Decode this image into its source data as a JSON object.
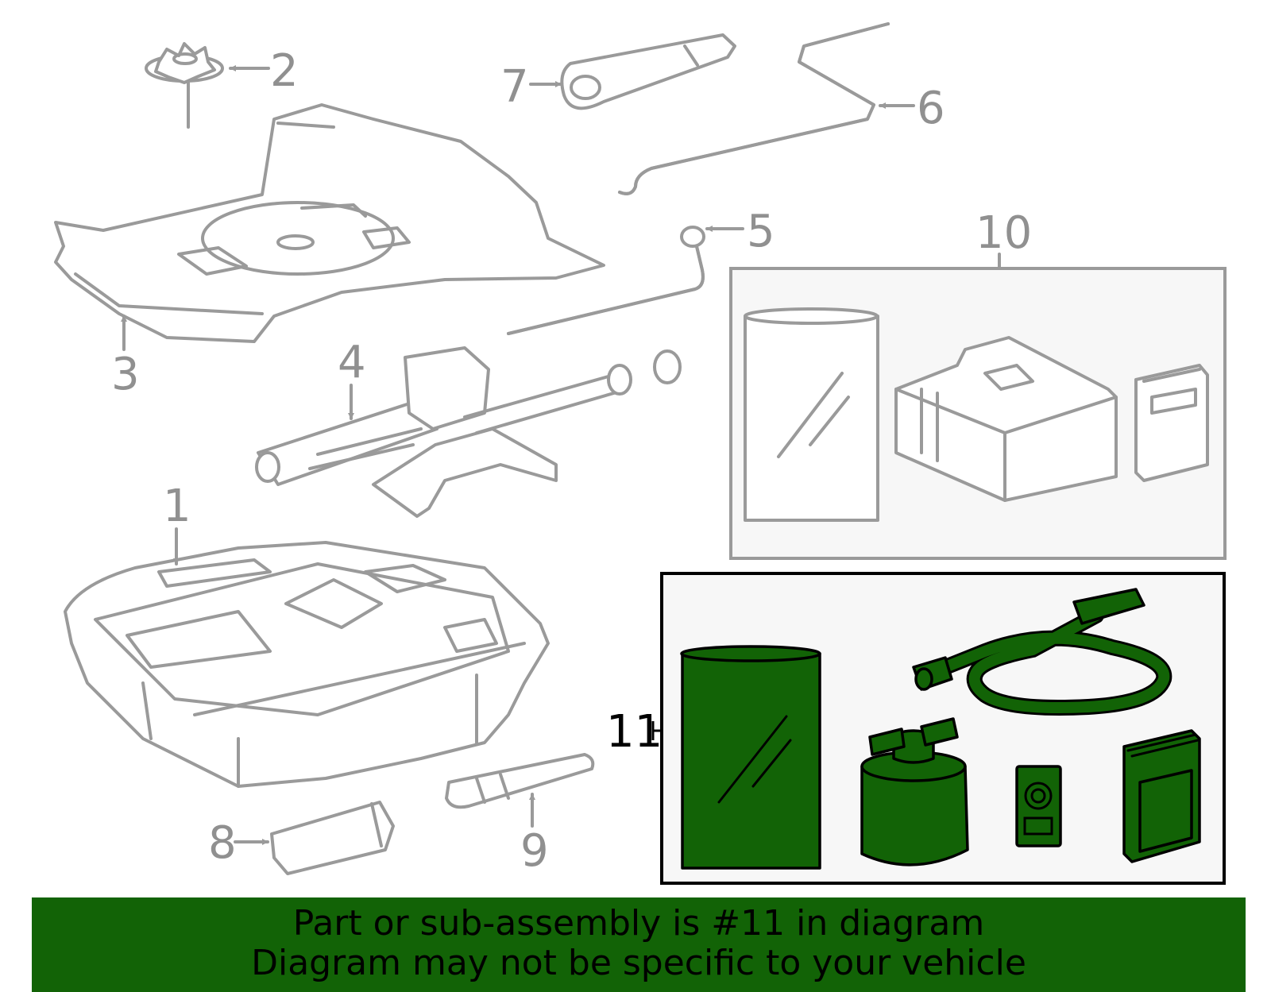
{
  "labels": {
    "c1": "1",
    "c2": "2",
    "c3": "3",
    "c4": "4",
    "c5": "5",
    "c6": "6",
    "c7": "7",
    "c8": "8",
    "c9": "9",
    "c10": "10",
    "c11": "11"
  },
  "banner": {
    "line1": "Part or sub-assembly is #11 in diagram",
    "line2": "Diagram may not be specific to your vehicle"
  },
  "colors": {
    "highlight": "#126306",
    "part_outline": "#9a9a9a",
    "callout_inactive": "#909090",
    "callout_active": "#000000"
  }
}
